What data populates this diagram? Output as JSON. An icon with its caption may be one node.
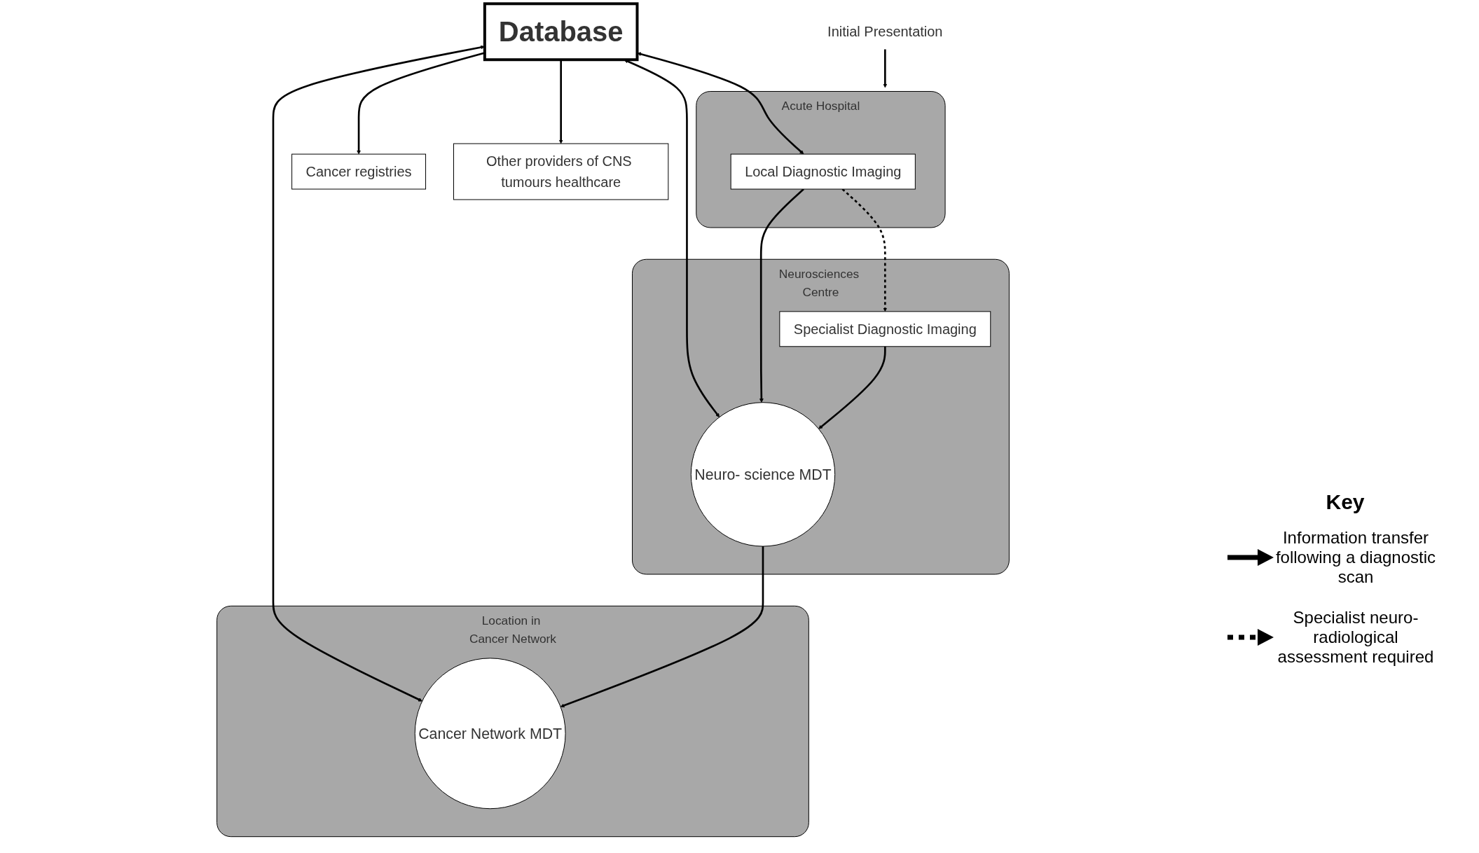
{
  "diagram": {
    "nodes": [
      {
        "text": [
          "Database"
        ]
      },
      {
        "text": [
          "Cancer registries"
        ]
      },
      {
        "text": [
          "Other providers of CNS tumours healthcare"
        ]
      },
      {
        "text": [
          "Acute Hospital"
        ]
      },
      {
        "text": [
          "Local Diagnostic Imaging"
        ],
        "in": 3
      },
      {
        "text": [
          "Neurosciences Centre"
        ]
      },
      {
        "text": [
          "Neuro- science MDT"
        ],
        "in": 5
      },
      {
        "text": [
          "Specialist Diagnostic Imaging"
        ],
        "in": 5
      },
      {
        "text": [
          "Location in Cancer Network"
        ]
      },
      {
        "text": [
          "Cancer Network MDT"
        ],
        "in": 8
      },
      {
        "text": [
          "Initial Presentation"
        ]
      }
    ],
    "edges": [
      {
        "from": 0,
        "to": 1,
        "arrow": "to"
      },
      {
        "from": 0,
        "to": 2,
        "arrow": "to"
      },
      {
        "from": 0,
        "to": 4,
        "arrow": "both"
      },
      {
        "from": 0,
        "to": 6,
        "arrow": "both"
      },
      {
        "from": 0,
        "to": 9,
        "arrow": "both"
      },
      {
        "from": 10,
        "to": 3,
        "arrow": "to"
      },
      {
        "from": 4,
        "to": 6,
        "arrow": "to"
      },
      {
        "from": 6,
        "to": 9,
        "arrow": "to"
      },
      {
        "from": 7,
        "to": 6,
        "arrow": "to"
      },
      {
        "from": 4,
        "to": 7,
        "arrow": "to",
        "style": "dashed"
      }
    ],
    "labels": [
      "Key"
    ],
    "legend": [
      {
        "text": "Information transfer following a diagnostic scan"
      },
      {
        "text": "Specialist neuro- radiological assessment required"
      }
    ]
  }
}
